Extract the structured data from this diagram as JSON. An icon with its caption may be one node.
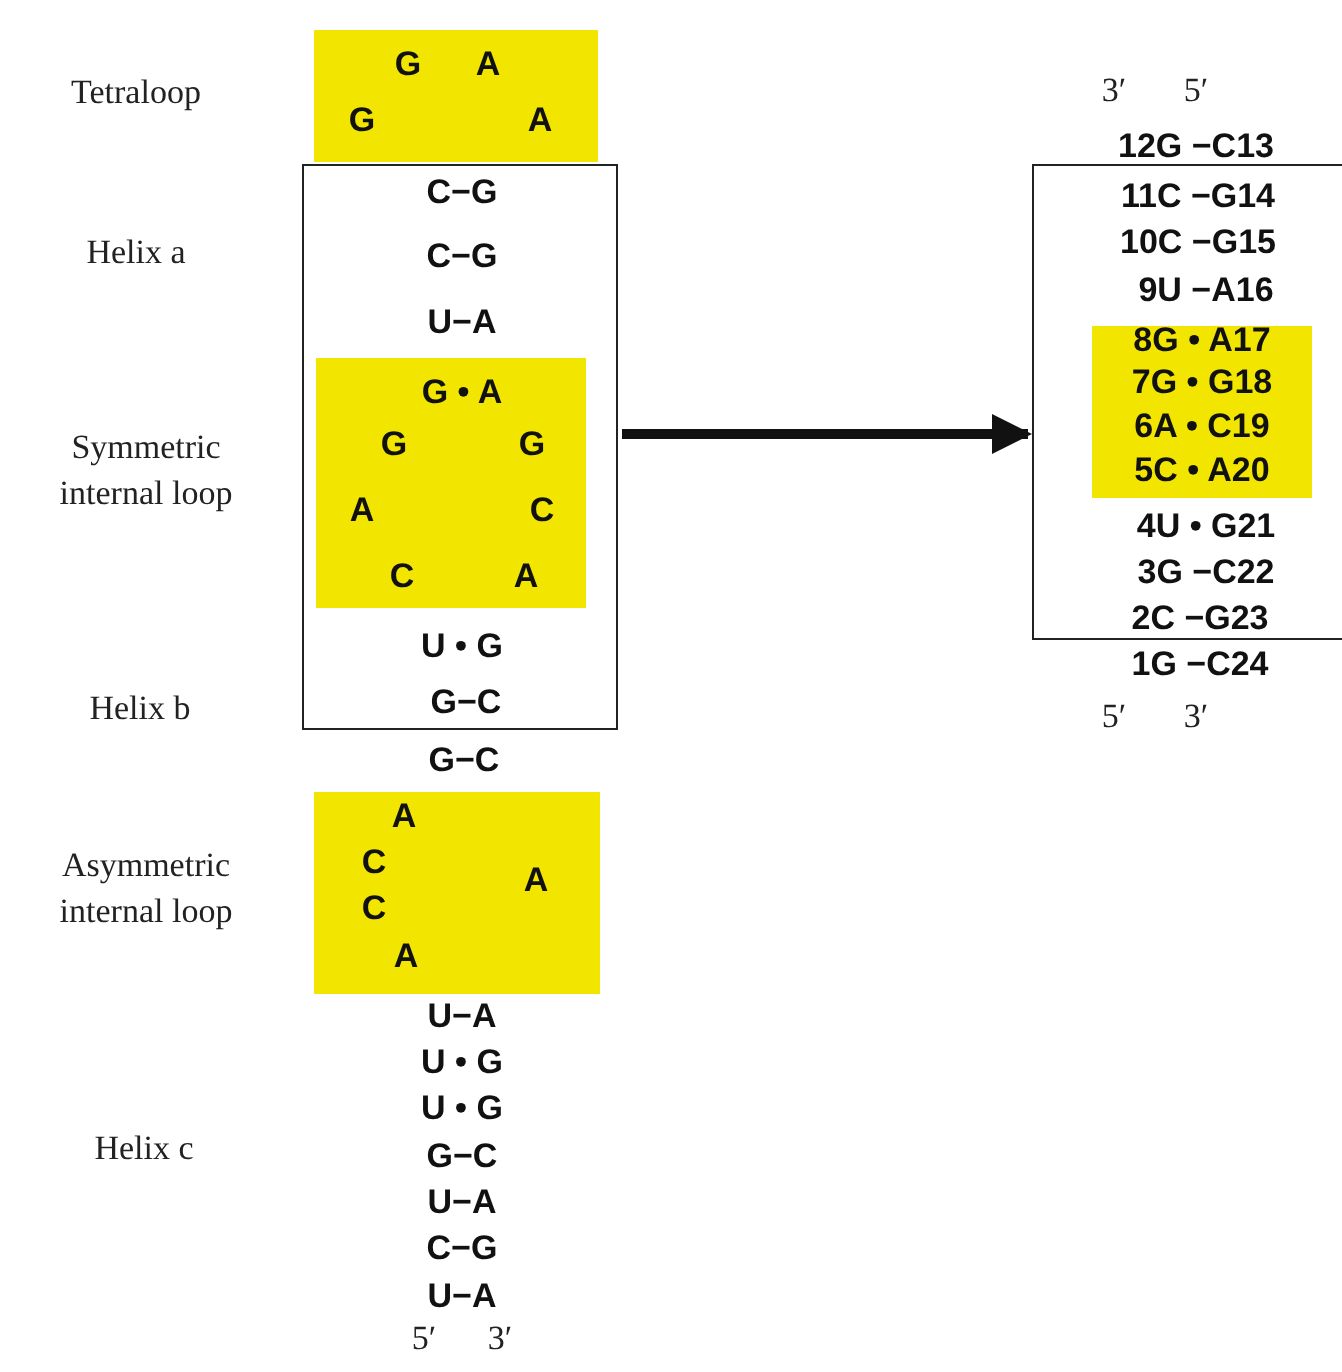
{
  "diagram": {
    "nodes": [
      {
        "text": [
          "G",
          "A",
          "G",
          "A"
        ]
      },
      {
        "text": [
          "C−G",
          "C−G",
          "U−A",
          "U • G",
          "G−C"
        ]
      },
      {
        "text": [
          "G • A",
          "G",
          "G",
          "A",
          "C",
          "C",
          "A"
        ],
        "in": 1
      },
      {
        "text": [
          "A",
          "C",
          "A",
          "C",
          "A"
        ]
      },
      {
        "text": [
          "11C −G14",
          "10C −G15",
          "9U −A16",
          "4U • G21",
          "3G −C22"
        ]
      },
      {
        "text": [
          "8G • A17",
          "7G • G18",
          "6A • C19",
          "5C • A20"
        ],
        "in": 4
      }
    ],
    "edges": [
      {
        "from": 1,
        "to": 4,
        "arrow": "to"
      }
    ],
    "labels": [
      "Tetraloop",
      "Helix a",
      "Symmetric internal loop",
      "Helix b",
      "G−C",
      "Asymmetric internal loop",
      "U−A",
      "U • G",
      "U • G",
      "Helix c",
      "G−C",
      "U−A",
      "C−G",
      "U−A",
      "5′",
      "3′",
      "3′",
      "5′",
      "12G −C13",
      "2C −G23",
      "1G −C24",
      "5′",
      "3′"
    ]
  }
}
